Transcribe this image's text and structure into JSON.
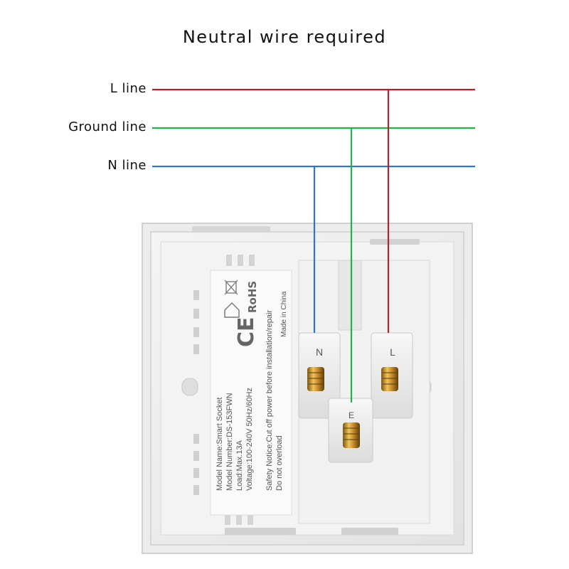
{
  "title": "Neutral wire required",
  "wires": [
    {
      "label": "L line",
      "color": "#b0242c"
    },
    {
      "label": "Ground line",
      "color": "#22b14c"
    },
    {
      "label": "N line",
      "color": "#2f74d0"
    }
  ],
  "product_label": {
    "model_name": "Model Name:Smart Socket",
    "model_number": "Model Number:DS-153FWN",
    "load": "Load:Max.13A",
    "voltage": "Voltage:100-240V  50Hz/60Hz",
    "safety": "Safety Notice:Cut off power before installation/repair",
    "overload": "Do not overload",
    "origin": "Made in China",
    "ce_mark": "CE",
    "rohs_mark": "RoHS"
  },
  "terminals": {
    "neutral": "N",
    "live": "L",
    "earth": "E"
  }
}
